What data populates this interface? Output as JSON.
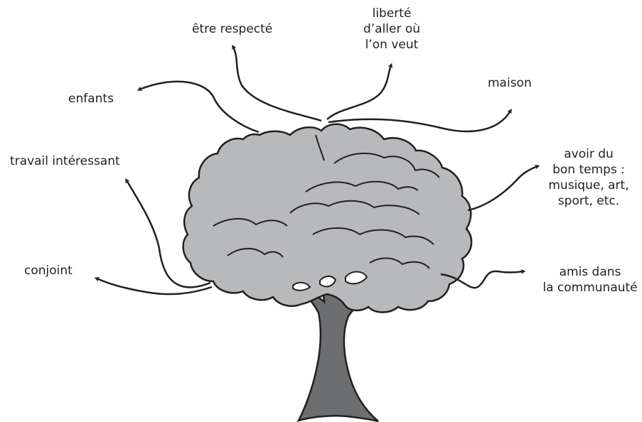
{
  "labels": {
    "respect": "être respecté",
    "freedom": [
      "liberté",
      "d’aller où",
      "l’on veut"
    ],
    "children": "enfants",
    "house": "maison",
    "work": "travail intéressant",
    "fun": [
      "avoir du",
      "bon temps :",
      "musique, art,",
      "sport, etc."
    ],
    "spouse": "conjoint",
    "friends": [
      "amis dans",
      "la communauté"
    ]
  },
  "colors": {
    "foliage": "#b8b9bb",
    "trunk": "#6d6e70",
    "stroke": "#231f20"
  }
}
